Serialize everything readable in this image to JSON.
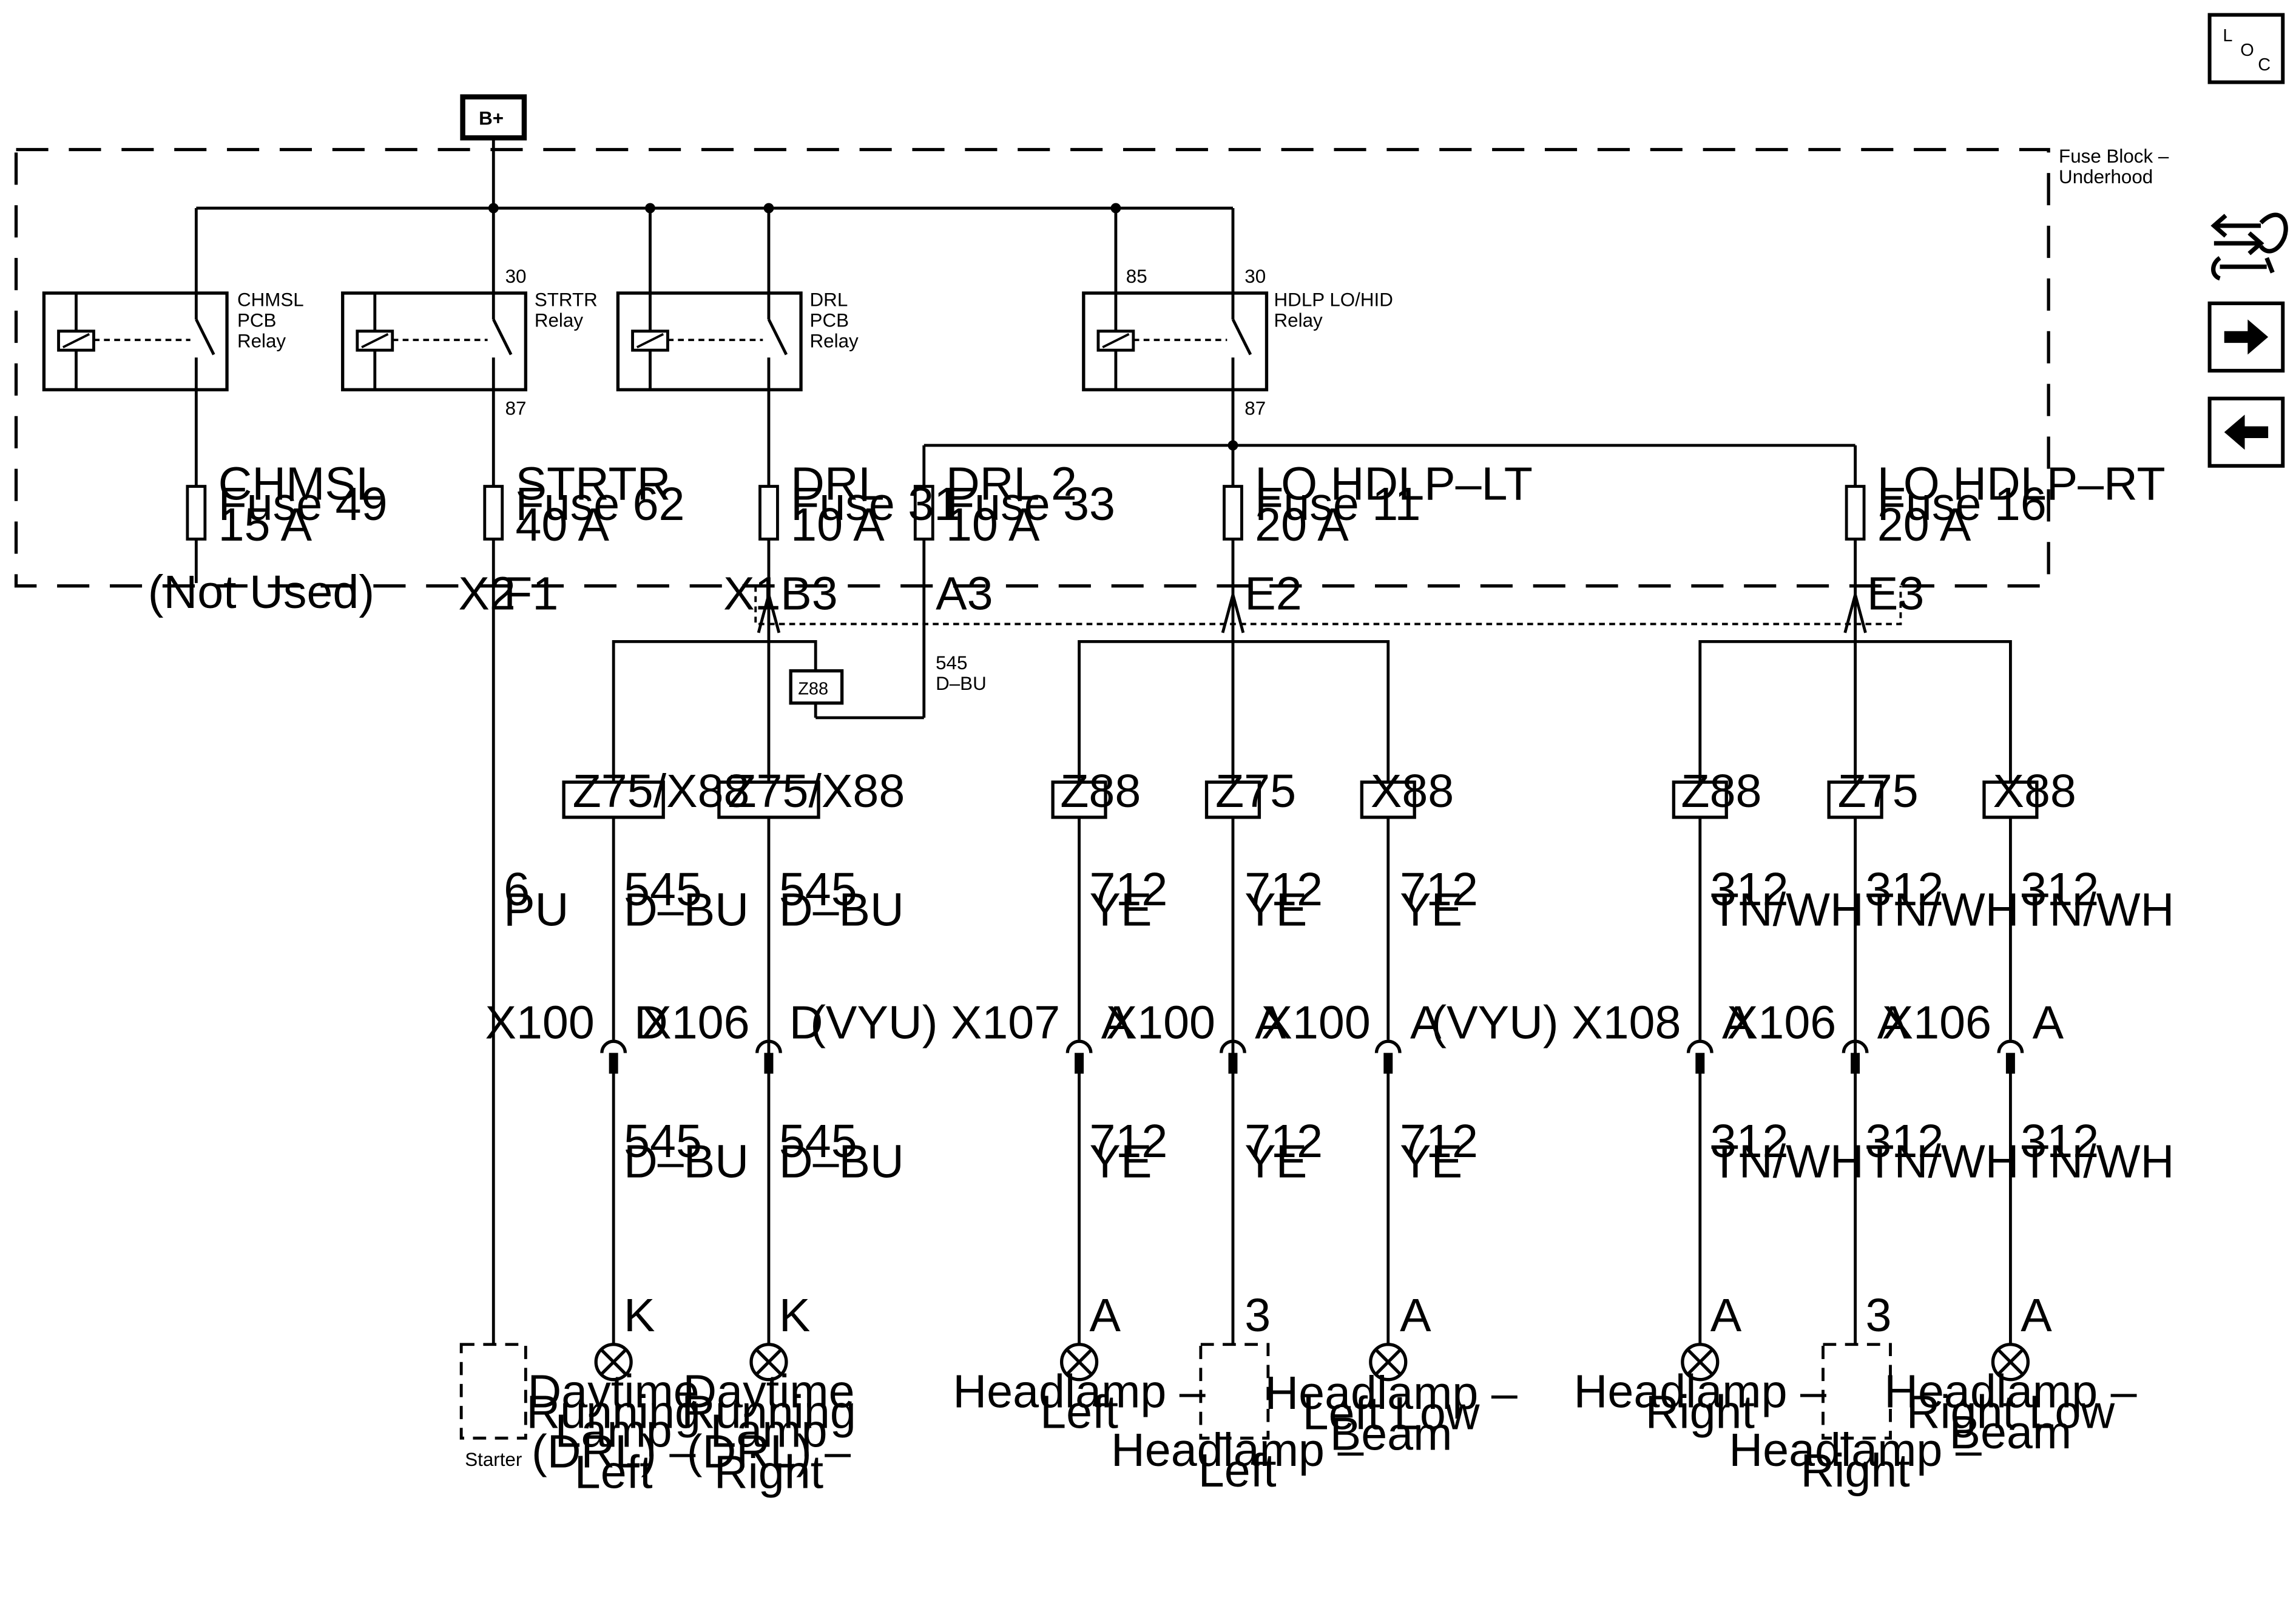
{
  "power": {
    "label": "B+"
  },
  "fuse_block": {
    "label_line1": "Fuse Block –",
    "label_line2": "Underhood"
  },
  "nav": {
    "loc_top": "L",
    "loc_mid": "O",
    "loc_bot": "C"
  },
  "relays": {
    "chmsl": {
      "line1": "CHMSL",
      "line2": "PCB",
      "line3": "Relay"
    },
    "strtr": {
      "line1": "STRTR",
      "line2": "Relay",
      "pin_in": "30",
      "pin_out": "87"
    },
    "drl": {
      "line1": "DRL",
      "line2": "PCB",
      "line3": "Relay"
    },
    "hdlp": {
      "line1": "HDLP LO/HID",
      "line2": "Relay",
      "pin_ctrl": "85",
      "pin_in": "30",
      "pin_out": "87"
    }
  },
  "fuses": {
    "chmsl": {
      "name": "CHMSL",
      "fuse": "Fuse 49",
      "amp": "15 A"
    },
    "strtr": {
      "name": "STRTR",
      "fuse": "Fuse 62",
      "amp": "40 A"
    },
    "drl": {
      "name": "DRL",
      "fuse": "Fuse 31",
      "amp": "10 A"
    },
    "drl2": {
      "name": "DRL 2",
      "fuse": "Fuse 33",
      "amp": "10 A"
    },
    "lo_lt": {
      "name": "LO HDLP–LT",
      "fuse": "Fuse 11",
      "amp": "20 A"
    },
    "lo_rt": {
      "name": "LO HDLP–RT",
      "fuse": "Fuse 16",
      "amp": "20 A"
    }
  },
  "terminals": {
    "not_used": "(Not Used)",
    "x2": "X2",
    "f1": "F1",
    "x1": "X1",
    "b3": "B3",
    "a3": "A3",
    "e2": "E2",
    "e3": "E3"
  },
  "options": {
    "z88_small": "Z88",
    "z75x88_a": "Z75/X88",
    "z75x88_b": "Z75/X88",
    "z88_a": "Z88",
    "z75_a": "Z75",
    "x88_a": "X88",
    "z88_b": "Z88",
    "z75_b": "Z75",
    "x88_b": "X88"
  },
  "wires": {
    "a3_num": "545",
    "a3_color": "D–BU",
    "starter_num": "6",
    "starter_color": "PU",
    "c1_num": "545",
    "c1_color": "D–BU",
    "c2_num": "545",
    "c2_color": "D–BU",
    "c3_num": "712",
    "c3_color": "YE",
    "c4_num": "712",
    "c4_color": "YE",
    "c5_num": "712",
    "c5_color": "YE",
    "c6_num": "312",
    "c6_color": "TN/WH",
    "c7_num": "312",
    "c7_color": "TN/WH",
    "c8_num": "312",
    "c8_color": "TN/WH",
    "c1b_num": "545",
    "c1b_color": "D–BU",
    "c2b_num": "545",
    "c2b_color": "D–BU",
    "c3b_num": "712",
    "c3b_color": "YE",
    "c4b_num": "712",
    "c4b_color": "YE",
    "c5b_num": "712",
    "c5b_color": "YE",
    "c6b_num": "312",
    "c6b_color": "TN/WH",
    "c7b_num": "312",
    "c7b_color": "TN/WH",
    "c8b_num": "312",
    "c8b_color": "TN/WH"
  },
  "connectors": {
    "c1": {
      "name": "X100",
      "pin": "D"
    },
    "c2": {
      "name": "X106",
      "pin": "D"
    },
    "c3": {
      "name": "(VYU) X107",
      "pin": "A"
    },
    "c4": {
      "name": "X100",
      "pin": "A"
    },
    "c5": {
      "name": "X100",
      "pin": "A"
    },
    "c6": {
      "name": "(VYU) X108",
      "pin": "A"
    },
    "c7": {
      "name": "X106",
      "pin": "A"
    },
    "c8": {
      "name": "X106",
      "pin": "A"
    }
  },
  "loads": {
    "starter": {
      "l1": "Starter"
    },
    "drl_left": {
      "pin": "K",
      "l1": "Daytime",
      "l2": "Running",
      "l3": "Lamp",
      "l4": "(DRL) –",
      "l5": "Left"
    },
    "drl_right": {
      "pin": "K",
      "l1": "Daytime",
      "l2": "Running",
      "l3": "Lamp",
      "l4": "(DRL) –",
      "l5": "Right"
    },
    "hl_left_a": {
      "pin": "A",
      "l1": "Headlamp –",
      "l2": "Left"
    },
    "hl_left_b": {
      "pin": "3",
      "l1": "Headlamp –",
      "l2": "Left"
    },
    "hl_left_low": {
      "pin": "A",
      "l1": "Headlamp –",
      "l2": "Left Low",
      "l3": "Beam"
    },
    "hl_right_a": {
      "pin": "A",
      "l1": "Headlamp –",
      "l2": "Right"
    },
    "hl_right_b": {
      "pin": "3",
      "l1": "Headlamp –",
      "l2": "Right"
    },
    "hl_right_low": {
      "pin": "A",
      "l1": "Headlamp –",
      "l2": "Right Low",
      "l3": "Beam"
    }
  }
}
